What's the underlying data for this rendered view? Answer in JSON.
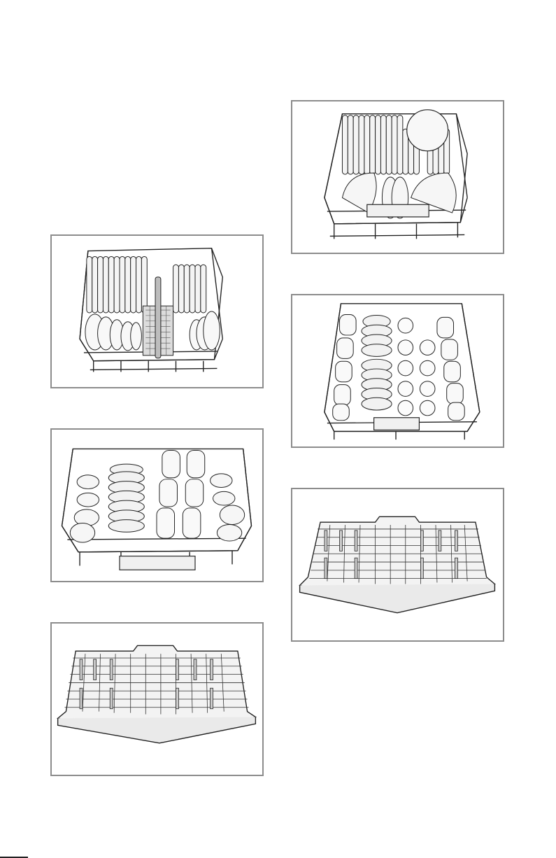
{
  "page": {
    "illustrations": [
      {
        "id": "lower-rack-loading-1",
        "icon": "lower-rack-plates-icon"
      },
      {
        "id": "upper-rack-loading-1",
        "icon": "upper-rack-cups-icon"
      },
      {
        "id": "cutlery-tray-loading-1",
        "icon": "cutlery-tray-icon"
      },
      {
        "id": "lower-rack-loading-2",
        "icon": "lower-rack-plates-bowls-icon"
      },
      {
        "id": "upper-rack-loading-2",
        "icon": "upper-rack-glasses-icon"
      },
      {
        "id": "cutlery-tray-loading-2",
        "icon": "cutlery-tray-icon"
      }
    ]
  }
}
